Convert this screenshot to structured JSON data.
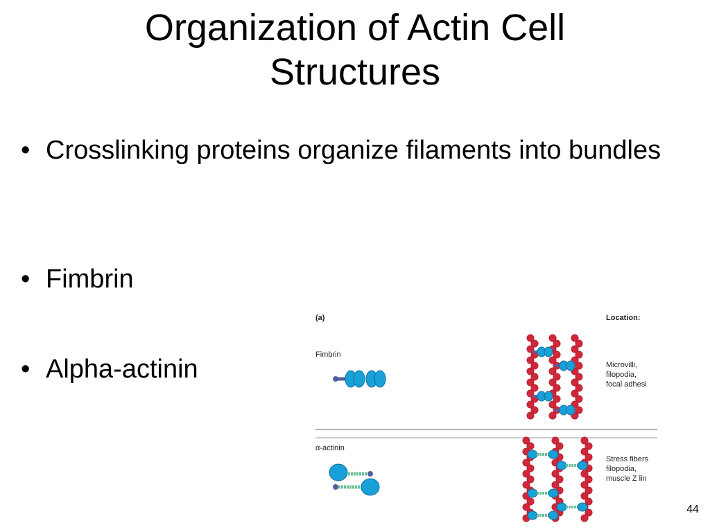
{
  "slide": {
    "title_line1": "Organization of Actin Cell",
    "title_line2": "Structures",
    "bullets": [
      {
        "text": "Crosslinking proteins organize filaments into bundles"
      },
      {
        "text": "Fimbrin"
      },
      {
        "text": "Alpha-actinin"
      }
    ],
    "bullet_glyph": "•",
    "page_number": "44"
  },
  "figure": {
    "panel_label": "(a)",
    "location_header": "Location:",
    "rows": [
      {
        "protein": "Fimbrin",
        "location_lines": [
          "Microvilli,",
          "filopodia,",
          "focal adhesi"
        ]
      },
      {
        "protein": "α-actinin",
        "location_lines": [
          "Stress fibers",
          "filopodia,",
          "muscle Z lin"
        ]
      }
    ],
    "colors": {
      "actin": "#d0283a",
      "crosslinker": "#1aa0d8",
      "crosslinker_edge": "#0d6fa0",
      "linker_stripe": "#6bbf9a",
      "tail": "#5560a0",
      "divider": "#999999"
    }
  }
}
